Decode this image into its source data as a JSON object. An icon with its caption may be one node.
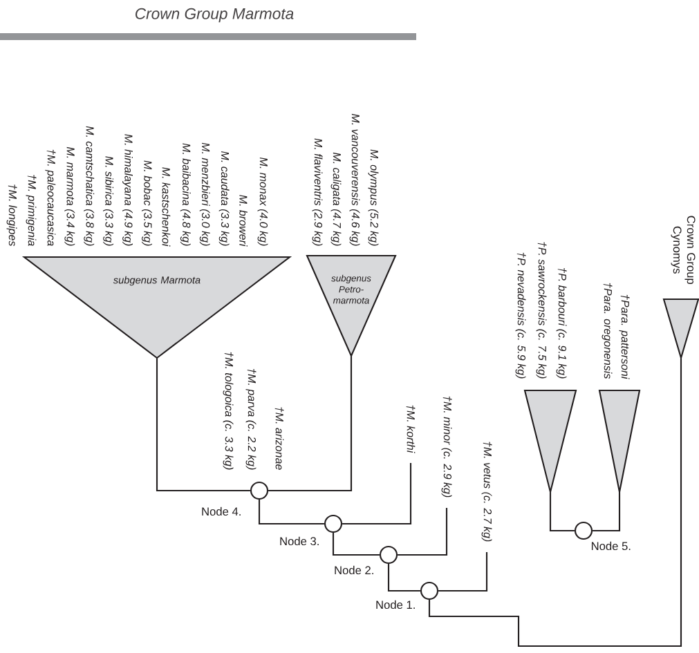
{
  "diagram": {
    "title": "Crown Group Marmota",
    "nodes": [
      {
        "text": [
          "subgenus Marmota"
        ],
        "beside": [
          "M. monax (4.0 kg)",
          "M. broweri",
          "M. caudata (3.3 kg)",
          "M. menzbieri (3.0 kg)",
          "M. baibacina (4.8 kg)",
          "M. kastschenkoi",
          "M. bobac (3.5 kg)",
          "M. himalayana (4.9 kg)",
          "M. sibirica (3.3 kg)",
          "M. camtschatica (3.8 kg)",
          "M. marmota (3.4 kg)",
          "†M. paleocaucasica",
          "†M. primigenia",
          "†M. longipes"
        ]
      },
      {
        "text": [
          "subgenus Petro-marmota"
        ],
        "beside": [
          "M. olympus (5.2 kg)",
          "M. vancouverensis (4.6 kg)",
          "M. caligata (4.7 kg)",
          "M. flaviventris (2.9 kg)"
        ]
      },
      {
        "text": [],
        "shape": "triangle",
        "beside": [
          "†P. barbouri (c. 9.1 kg)",
          "†P. sawrockensis (c. 7.5 kg)",
          "†P. nevadensis (c. 5.9 kg)"
        ]
      },
      {
        "text": [],
        "shape": "triangle",
        "beside": [
          "†Para. pattersoni",
          "†Para. oregonensis"
        ]
      },
      {
        "text": [],
        "shape": "triangle",
        "beside": [
          "Crown Group Cynomys"
        ]
      },
      {
        "text": [
          "†M. korthi"
        ]
      },
      {
        "text": [
          "†M. minor (c. 2.9 kg)"
        ]
      },
      {
        "text": [
          "†M. vetus (c. 2.7 kg)"
        ]
      },
      {
        "text": [],
        "shape": "circle",
        "beside": [
          "Node 4."
        ]
      },
      {
        "text": [],
        "shape": "circle",
        "beside": [
          "Node 3."
        ]
      },
      {
        "text": [],
        "shape": "circle",
        "beside": [
          "Node 2."
        ]
      },
      {
        "text": [],
        "shape": "circle",
        "beside": [
          "Node 1."
        ]
      },
      {
        "text": [],
        "shape": "circle",
        "beside": [
          "Node 5."
        ]
      }
    ],
    "edges": [
      {
        "from": 8,
        "to": 0,
        "arrow": "none"
      },
      {
        "from": 8,
        "to": 1,
        "arrow": "none"
      },
      {
        "from": 9,
        "to": 8,
        "arrow": "none"
      },
      {
        "from": 9,
        "to": 5,
        "arrow": "none"
      },
      {
        "from": 10,
        "to": 9,
        "arrow": "none"
      },
      {
        "from": 10,
        "to": 6,
        "arrow": "none"
      },
      {
        "from": 11,
        "to": 10,
        "arrow": "none"
      },
      {
        "from": 11,
        "to": 7,
        "arrow": "none"
      },
      {
        "from": 12,
        "to": 2,
        "arrow": "none"
      },
      {
        "from": 12,
        "to": 3,
        "arrow": "none"
      },
      {
        "from": 11,
        "to": 4,
        "arrow": "none"
      }
    ],
    "labels": [
      "†M. arizonae",
      "†M. parva (c. 2.2 kg)",
      "†M. tologoica (c. 3.3 kg)"
    ]
  }
}
